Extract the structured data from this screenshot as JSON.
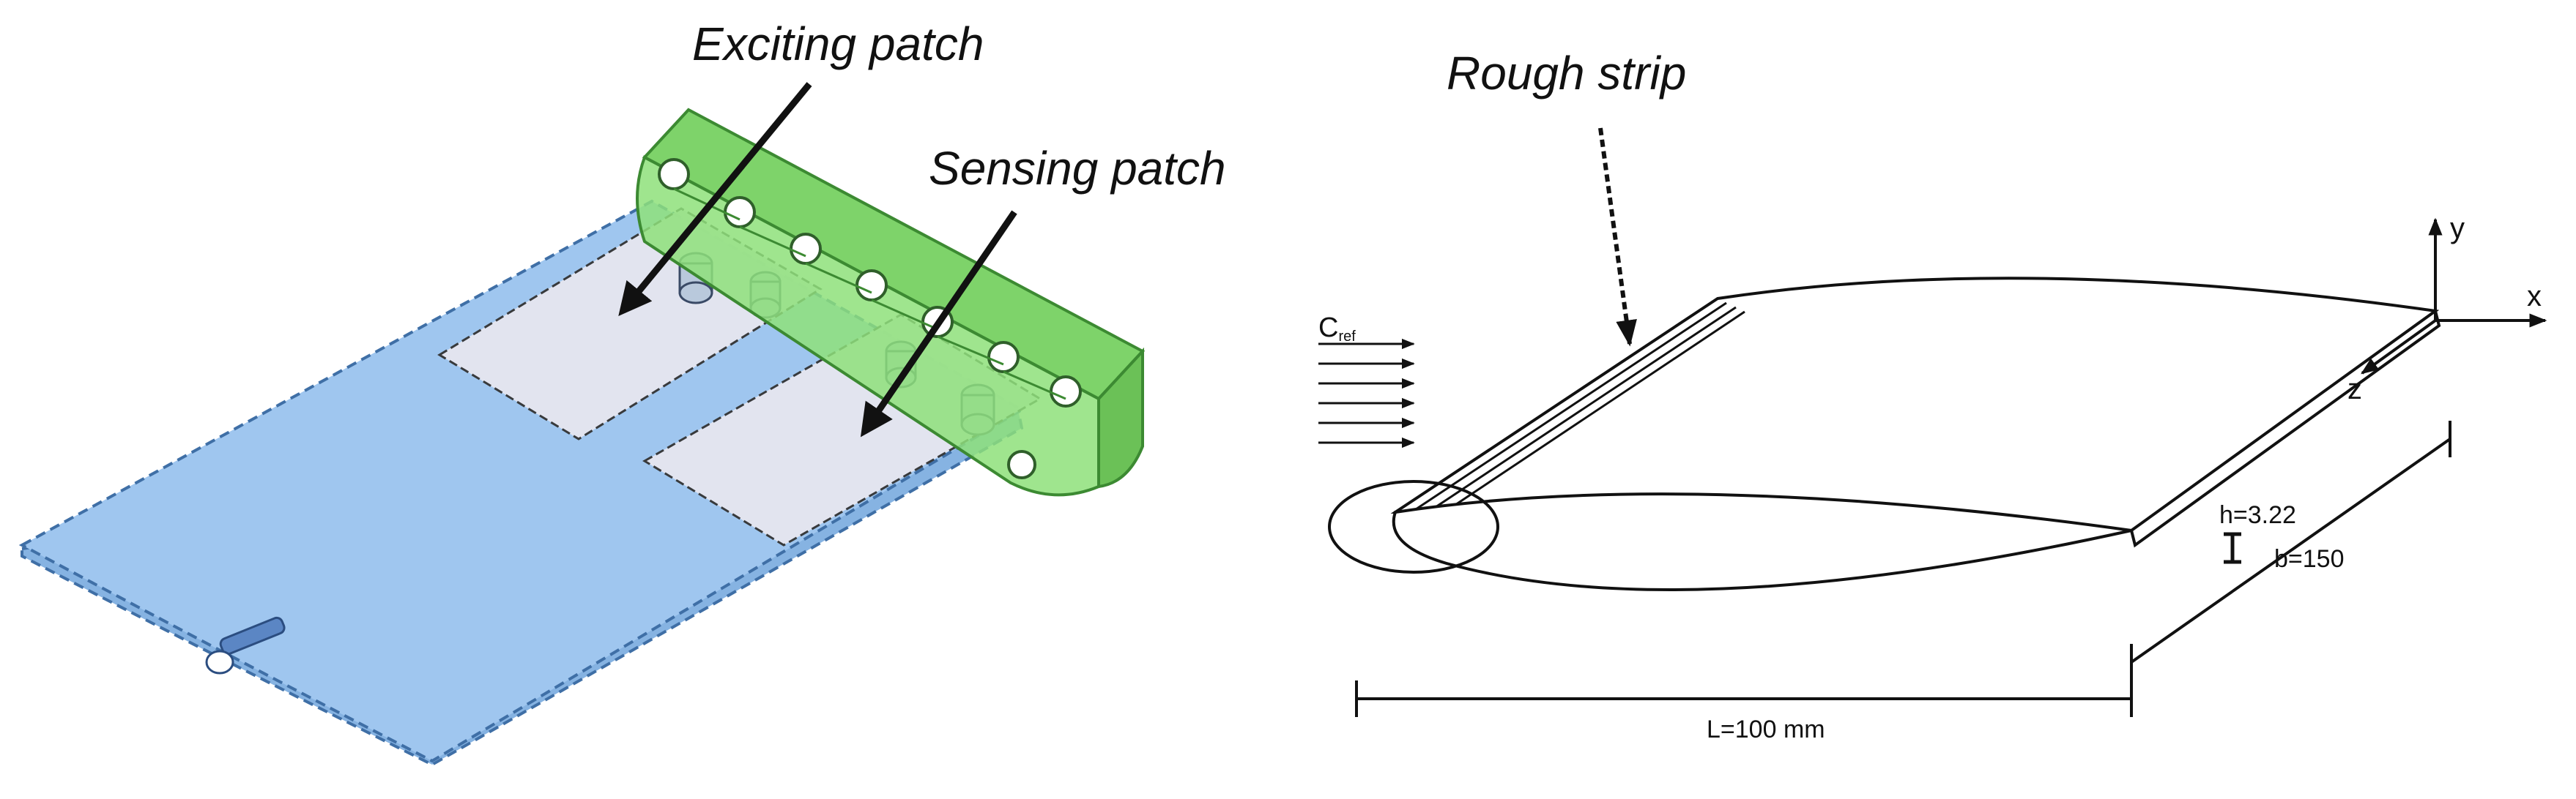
{
  "left_panel": {
    "labels": {
      "exciting_patch": "Exciting patch",
      "sensing_patch": "Sensing patch"
    },
    "colors": {
      "wing": "#9fc6ef",
      "wing_edge": "#3f6fa6",
      "clamp": "#8ee07a",
      "clamp_edge": "#3c8a32",
      "patch": "#e6e6f0"
    }
  },
  "right_panel": {
    "labels": {
      "rough_strip": "Rough strip",
      "flow_symbol": "C",
      "flow_subscript": "ref",
      "axis_x": "x",
      "axis_y": "y",
      "axis_z": "z",
      "thickness": "h=3.22",
      "span": "b=150",
      "chord": "L=100 mm"
    }
  }
}
